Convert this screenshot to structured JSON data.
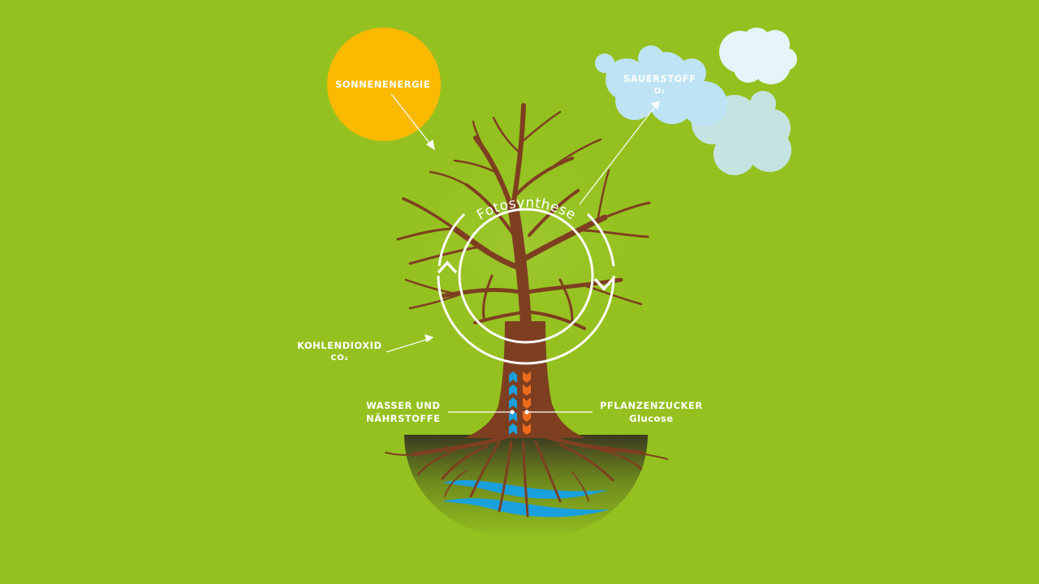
{
  "diagram": {
    "cycle_label": "Fotosynthese",
    "sun": {
      "label": "SONNENENERGIE",
      "color": "#fbb900"
    },
    "oxygen": {
      "label": "SAUERSTOFF",
      "formula": "O₂"
    },
    "co2": {
      "label": "KOHLENDIOXID",
      "formula": "CO₂"
    },
    "water": {
      "line1": "WASSER UND",
      "line2": "NÄHRSTOFFE",
      "color": "#1aa0dc"
    },
    "sugar": {
      "line1": "PFLANZENZUCKER",
      "line2": "Glucose",
      "color": "#ec6b1c"
    },
    "colors": {
      "background": "#94c11f",
      "trunk": "#7e3f21",
      "cloud": "#bde3f5",
      "cloud_light": "#e6f4fb",
      "cloud_grey": "#c5e3e0",
      "soil_top": "#3d3a22"
    }
  }
}
